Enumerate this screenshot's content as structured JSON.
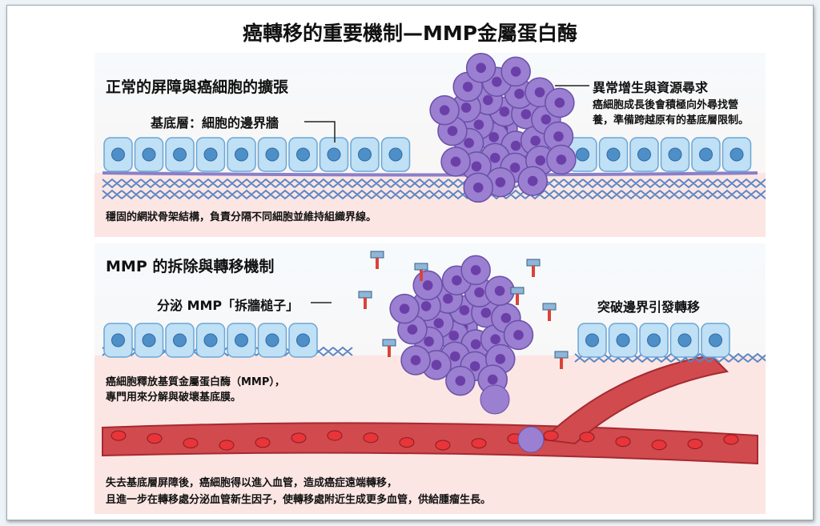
{
  "title": "癌轉移的重要機制—MMP金屬蛋白酶",
  "panel1": {
    "heading": "正常的屏障與癌細胞的擴張",
    "basement_label": "基底層：細胞的邊界牆",
    "growth_label": "異常增生與資源尋求",
    "growth_desc_1": "癌細胞成長後會積極向外尋找營",
    "growth_desc_2": "養，準備跨越原有的基底層限制。",
    "mesh_desc": "穩固的網狀骨架結構，負責分隔不同細胞並維持組織界線。"
  },
  "panel2": {
    "heading": "MMP 的拆除與轉移機制",
    "secrete_label": "分泌 MMP「拆牆槌子」",
    "breach_label": "突破邊界引發轉移",
    "mmp_desc_1": "癌細胞釋放基質金屬蛋白酶（MMP），",
    "mmp_desc_2": "專門用來分解與破壞基底膜。",
    "metastasis_desc_1": "失去基底層屏障後，癌細胞得以進入血管，造成癌症遠端轉移，",
    "metastasis_desc_2": "且進一步在轉移處分泌血管新生因子，使轉移處附近生成更多血管，供給腫瘤生長。"
  },
  "colors": {
    "cell": "#bfe0f5",
    "nucleus": "#4f8fc8",
    "tumor": "#9b7fd0",
    "vessel": "#c9353a",
    "mesh": "#5b86c4",
    "membrane": "#8a7fc8"
  }
}
